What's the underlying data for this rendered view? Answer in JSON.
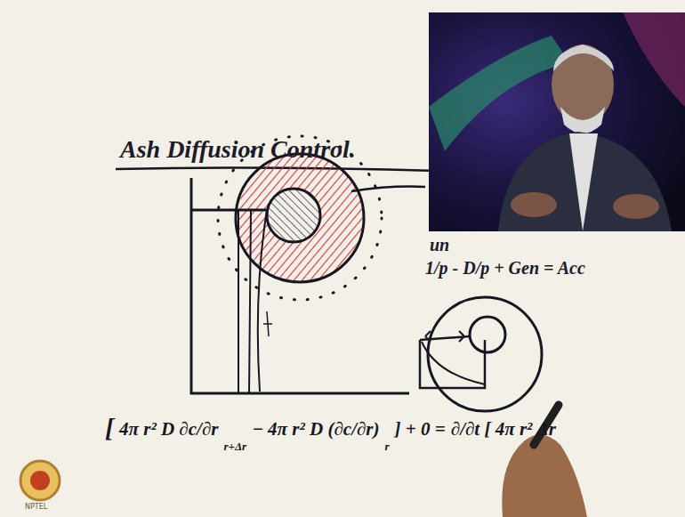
{
  "diagram": {
    "title": "Ash Diffusion Control.",
    "labels": [
      "un",
      "1/p - D/p + Gen = Acc",
      "[",
      "4π r² D ∂c/∂r",
      "r+Δr",
      "− 4π r² D (∂c/∂r)",
      "r",
      "] + 0 =",
      "∂/∂t [ 4π r² Δr",
      "NPTEL"
    ]
  }
}
